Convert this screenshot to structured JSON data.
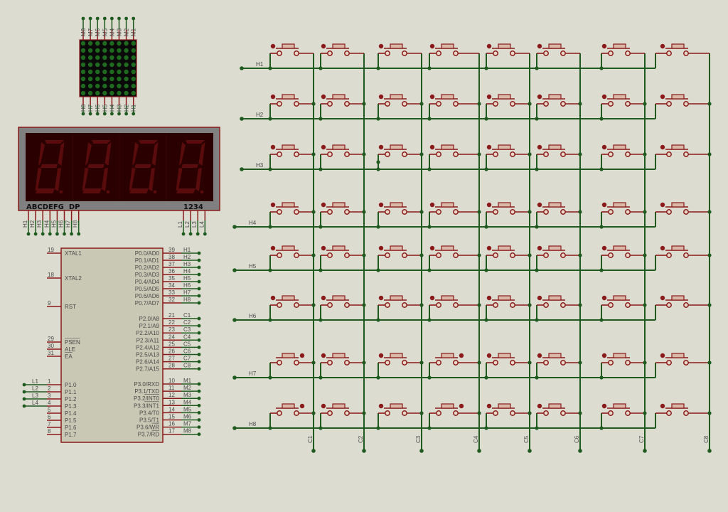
{
  "colors": {
    "background": "#dcdcd0",
    "wire": "#1f5a1f",
    "component": "#8b1a1a",
    "led_on": "#1f6a1f",
    "display_bg": "#2a0000",
    "segment": "#5a0c0c",
    "chip_body": "#c9c8b4"
  },
  "dot_matrix": {
    "top_pins": [
      "M8",
      "M7",
      "M6",
      "M5",
      "M4",
      "M3",
      "M2",
      "M1"
    ],
    "bottom_pins": [
      "H8",
      "H7",
      "H6",
      "H5",
      "H4",
      "H3",
      "H2",
      "H1"
    ],
    "rows": 8,
    "cols": 8
  },
  "seven_segment": {
    "digits": 4,
    "segment_label": "ABCDEFG  DP",
    "digit_label": "1234",
    "segment_pins": [
      "H1",
      "H2",
      "H3",
      "H4",
      "H5",
      "H6",
      "H7",
      "H8"
    ],
    "digit_pins": [
      "L1",
      "L2",
      "L3",
      "L4"
    ]
  },
  "mcu": {
    "left_pins": [
      {
        "num": "19",
        "name": "XTAL1",
        "net": ""
      },
      {
        "num": "18",
        "name": "XTAL2",
        "net": ""
      },
      {
        "num": "9",
        "name": "RST",
        "net": ""
      },
      {
        "num": "29",
        "name": "PSEN",
        "net": ""
      },
      {
        "num": "30",
        "name": "ALE",
        "net": ""
      },
      {
        "num": "31",
        "name": "EA",
        "net": ""
      },
      {
        "num": "1",
        "name": "P1.0",
        "net": "L1"
      },
      {
        "num": "2",
        "name": "P1.1",
        "net": "L2"
      },
      {
        "num": "3",
        "name": "P1.2",
        "net": "L3"
      },
      {
        "num": "4",
        "name": "P1.3",
        "net": "L4"
      },
      {
        "num": "5",
        "name": "P1.4",
        "net": ""
      },
      {
        "num": "6",
        "name": "P1.5",
        "net": ""
      },
      {
        "num": "7",
        "name": "P1.6",
        "net": ""
      },
      {
        "num": "8",
        "name": "P1.7",
        "net": ""
      }
    ],
    "right_pins": [
      {
        "num": "39",
        "name": "P0.0/AD0",
        "net": "H1"
      },
      {
        "num": "38",
        "name": "P0.1/AD1",
        "net": "H2"
      },
      {
        "num": "37",
        "name": "P0.2/AD2",
        "net": "H3"
      },
      {
        "num": "36",
        "name": "P0.3/AD3",
        "net": "H4"
      },
      {
        "num": "35",
        "name": "P0.4/AD4",
        "net": "H5"
      },
      {
        "num": "34",
        "name": "P0.5/AD5",
        "net": "H6"
      },
      {
        "num": "33",
        "name": "P0.6/AD6",
        "net": "H7"
      },
      {
        "num": "32",
        "name": "P0.7/AD7",
        "net": "H8"
      },
      {
        "num": "21",
        "name": "P2.0/A8",
        "net": "C1"
      },
      {
        "num": "22",
        "name": "P2.1/A9",
        "net": "C2"
      },
      {
        "num": "23",
        "name": "P2.2/A10",
        "net": "C3"
      },
      {
        "num": "24",
        "name": "P2.3/A11",
        "net": "C4"
      },
      {
        "num": "25",
        "name": "P2.4/A12",
        "net": "C5"
      },
      {
        "num": "26",
        "name": "P2.5/A13",
        "net": "C6"
      },
      {
        "num": "27",
        "name": "P2.6/A14",
        "net": "C7"
      },
      {
        "num": "28",
        "name": "P2.7/A15",
        "net": "C8"
      },
      {
        "num": "10",
        "name": "P3.0/RXD",
        "net": "M1"
      },
      {
        "num": "11",
        "name": "P3.1/TXD",
        "net": "M2"
      },
      {
        "num": "12",
        "name": "P3.2/INT0",
        "net": "M3"
      },
      {
        "num": "13",
        "name": "P3.3/INT1",
        "net": "M4"
      },
      {
        "num": "14",
        "name": "P3.4/T0",
        "net": "M5"
      },
      {
        "num": "15",
        "name": "P3.5/T1",
        "net": "M6"
      },
      {
        "num": "16",
        "name": "P3.6/WR",
        "net": "M7"
      },
      {
        "num": "17",
        "name": "P3.7/RD",
        "net": "M8"
      }
    ]
  },
  "keypad": {
    "row_labels": [
      "H1",
      "H2",
      "H3",
      "H4",
      "H5",
      "H6",
      "H7",
      "H8"
    ],
    "col_labels": [
      "C1",
      "C2",
      "C3",
      "C4",
      "C5",
      "C6",
      "C7",
      "C8"
    ]
  }
}
